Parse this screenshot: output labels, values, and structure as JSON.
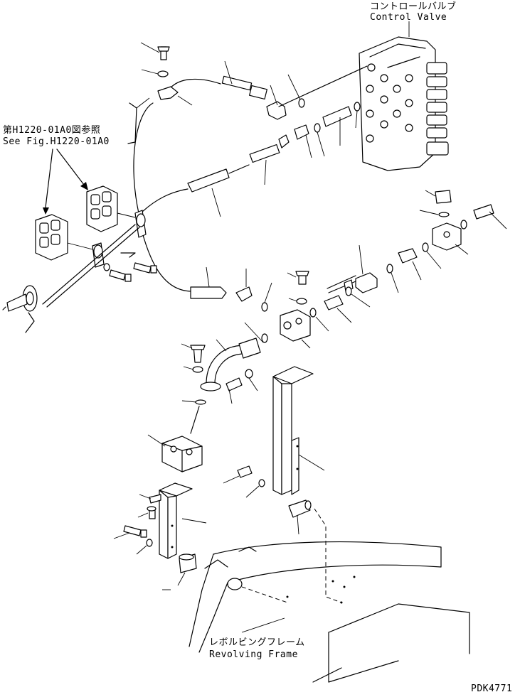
{
  "labels": {
    "control_valve_jp": "コントロールバルブ",
    "control_valve_en": "Control Valve",
    "see_fig_jp": "第H1220-01A0図参照",
    "see_fig_en": "See Fig.H1220-01A0",
    "revolving_frame_jp": "レボルビングフレーム",
    "revolving_frame_en": "Revolving Frame",
    "drawing_code": "PDK4771"
  }
}
